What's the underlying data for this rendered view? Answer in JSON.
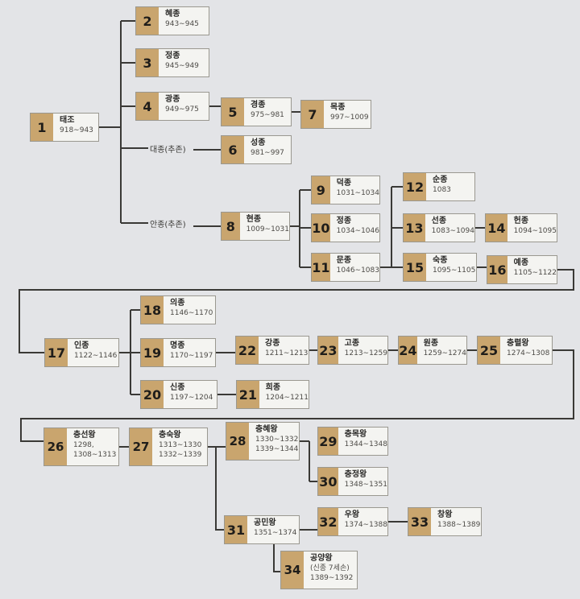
{
  "kings": [
    {
      "id": "1",
      "name": "태조",
      "reign": "918∼943"
    },
    {
      "id": "2",
      "name": "혜종",
      "reign": "943∼945"
    },
    {
      "id": "3",
      "name": "정종",
      "reign": "945∼949"
    },
    {
      "id": "4",
      "name": "광종",
      "reign": "949∼975"
    },
    {
      "id": "5",
      "name": "경종",
      "reign": "975∼981"
    },
    {
      "id": "6",
      "name": "성종",
      "reign": "981∼997"
    },
    {
      "id": "7",
      "name": "목종",
      "reign": "997∼1009"
    },
    {
      "id": "8",
      "name": "현종",
      "reign": "1009∼1031"
    },
    {
      "id": "9",
      "name": "덕종",
      "reign": "1031∼1034"
    },
    {
      "id": "10",
      "name": "정종",
      "reign": "1034∼1046"
    },
    {
      "id": "11",
      "name": "문종",
      "reign": "1046∼1083"
    },
    {
      "id": "12",
      "name": "순종",
      "reign": "1083"
    },
    {
      "id": "13",
      "name": "선종",
      "reign": "1083∼1094"
    },
    {
      "id": "14",
      "name": "헌종",
      "reign": "1094∼1095"
    },
    {
      "id": "15",
      "name": "숙종",
      "reign": "1095∼1105"
    },
    {
      "id": "16",
      "name": "예종",
      "reign": "1105∼1122"
    },
    {
      "id": "17",
      "name": "인종",
      "reign": "1122∼1146"
    },
    {
      "id": "18",
      "name": "의종",
      "reign": "1146∼1170"
    },
    {
      "id": "19",
      "name": "명종",
      "reign": "1170∼1197"
    },
    {
      "id": "20",
      "name": "신종",
      "reign": "1197∼1204"
    },
    {
      "id": "21",
      "name": "희종",
      "reign": "1204∼1211"
    },
    {
      "id": "22",
      "name": "강종",
      "reign": "1211∼1213"
    },
    {
      "id": "23",
      "name": "고종",
      "reign": "1213∼1259"
    },
    {
      "id": "24",
      "name": "원종",
      "reign": "1259∼1274"
    },
    {
      "id": "25",
      "name": "충렬왕",
      "reign": "1274∼1308"
    },
    {
      "id": "26",
      "name": "충선왕",
      "reign": "1298,",
      "reign2": "1308∼1313"
    },
    {
      "id": "27",
      "name": "충숙왕",
      "reign": "1313∼1330",
      "reign2": "1332∼1339"
    },
    {
      "id": "28",
      "name": "충혜왕",
      "reign": "1330∼1332",
      "reign2": "1339∼1344"
    },
    {
      "id": "29",
      "name": "충목왕",
      "reign": "1344∼1348"
    },
    {
      "id": "30",
      "name": "충정왕",
      "reign": "1348∼1351"
    },
    {
      "id": "31",
      "name": "공민왕",
      "reign": "1351∼1374"
    },
    {
      "id": "32",
      "name": "우왕",
      "reign": "1374∼1388"
    },
    {
      "id": "33",
      "name": "창왕",
      "reign": "1388∼1389"
    },
    {
      "id": "34",
      "name": "공양왕",
      "reign": "(신종 7세손)",
      "reign2": "1389∼1392"
    }
  ],
  "branch_labels": [
    "대종(추존)",
    "안종(추존)"
  ],
  "colors": {
    "number_block": "#c9a56e",
    "line": "#3a3936",
    "background": "#e3e4e7"
  }
}
